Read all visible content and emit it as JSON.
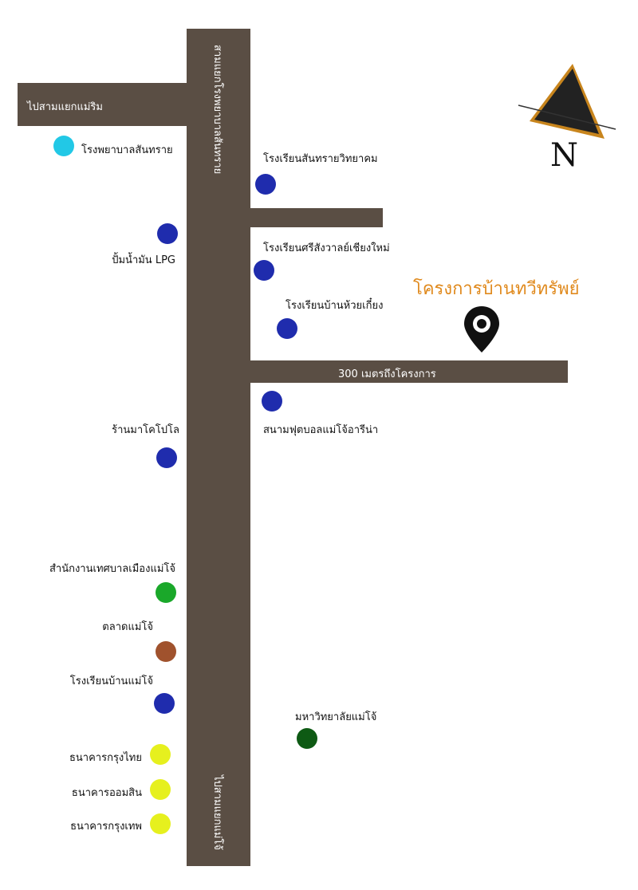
{
  "roads": {
    "main_top_label": "สามแยกโรงพยาบาลสันทราย",
    "main_bottom_label": "ไปสามแยกแม่โจ้",
    "branch_left_label": "ไปสามแยกแม่ริม",
    "branch_project_label": "300 เมตรถึงโครงการ"
  },
  "project": {
    "title": "โครงการบ้านทวีทรัพย์",
    "pin_icon": "location-pin-icon"
  },
  "compass": {
    "north_label": "N",
    "icon": "north-arrow-icon"
  },
  "colors": {
    "road": "#5a4e44",
    "hospital": "#22c8e6",
    "school_blue": "#1f2cad",
    "office_green": "#1aa82a",
    "market_brown": "#a0522d",
    "bank_yellow": "#e6f01e",
    "university_green": "#0e5a14",
    "project_orange": "#e08a1e"
  },
  "pois": [
    {
      "label": "โรงพยาบาลสันทราย",
      "color": "#22c8e6"
    },
    {
      "label": "โรงเรียนสันทรายวิทยาคม",
      "color": "#1f2cad"
    },
    {
      "label": "ปั้มน้ำมัน LPG",
      "color": "#1f2cad"
    },
    {
      "label": "โรงเรียนศรีสังวาลย์เชียงใหม่",
      "color": "#1f2cad"
    },
    {
      "label": "โรงเรียนบ้านห้วยเกี๋ยง",
      "color": "#1f2cad"
    },
    {
      "label": "สนามฟุตบอลแม่โจ้อารีน่า",
      "color": "#1f2cad"
    },
    {
      "label": "ร้านมาโคโปโล",
      "color": "#1f2cad"
    },
    {
      "label": "สำนักงานเทศบาลเมืองแม่โจ้",
      "color": "#1aa82a"
    },
    {
      "label": "ตลาดแม่โจ้",
      "color": "#a0522d"
    },
    {
      "label": "โรงเรียนบ้านแม่โจ้",
      "color": "#1f2cad"
    },
    {
      "label": "มหาวิทยาลัยแม่โจ้",
      "color": "#0e5a14"
    },
    {
      "label": "ธนาคารกรุงไทย",
      "color": "#e6f01e"
    },
    {
      "label": "ธนาคารออมสิน",
      "color": "#e6f01e"
    },
    {
      "label": "ธนาคารกรุงเทพ",
      "color": "#e6f01e"
    }
  ]
}
